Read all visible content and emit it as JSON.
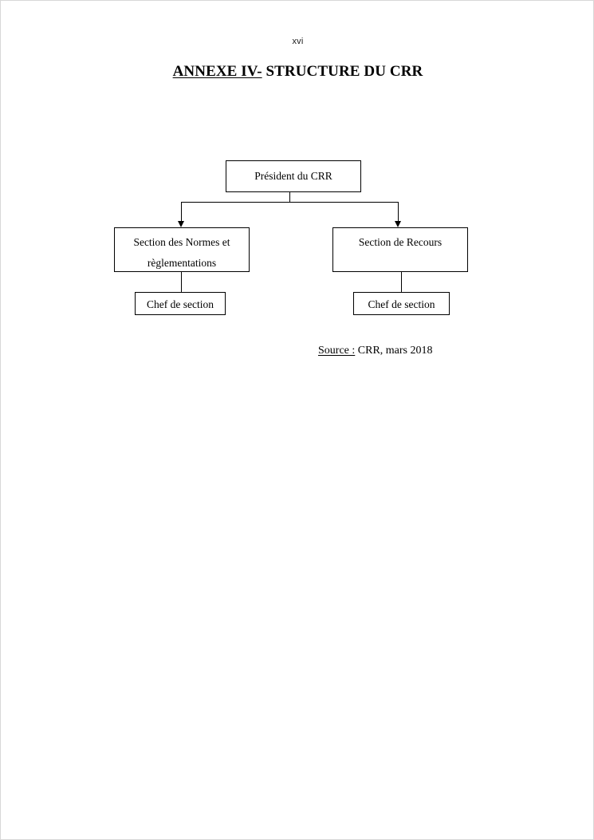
{
  "page": {
    "folio": "xvi",
    "title_underlined_part": "ANNEXE IV-",
    "title_rest": " STRUCTURE DU CRR"
  },
  "chart_data": {
    "type": "diagram",
    "title": "ANNEXE IV- STRUCTURE DU CRR",
    "diagram_kind": "organizational-chart",
    "orientation": "top-down",
    "levels": 3,
    "nodes": [
      {
        "id": "president",
        "label": "Président du CRR",
        "level": 1,
        "lines": [
          "Président du CRR"
        ]
      },
      {
        "id": "section-normes",
        "label": "Section des Normes et règlementations",
        "level": 2,
        "lines": [
          "Section des Normes et",
          "règlementations"
        ]
      },
      {
        "id": "section-recours",
        "label": "Section de Recours",
        "level": 2,
        "lines": [
          "Section de Recours"
        ]
      },
      {
        "id": "chef-left",
        "label": "Chef de section",
        "level": 3,
        "lines": [
          "Chef de section"
        ]
      },
      {
        "id": "chef-right",
        "label": "Chef de section",
        "level": 3,
        "lines": [
          "Chef de section"
        ]
      }
    ],
    "edges": [
      {
        "from": "president",
        "to": "section-normes",
        "style": "arrow"
      },
      {
        "from": "president",
        "to": "section-recours",
        "style": "arrow"
      },
      {
        "from": "section-normes",
        "to": "chef-left",
        "style": "line"
      },
      {
        "from": "section-recours",
        "to": "chef-right",
        "style": "line"
      }
    ],
    "colors": {
      "stroke": "#000000",
      "fill": "#ffffff",
      "text": "#000000"
    }
  },
  "source": {
    "label": "Source :",
    "value": " CRR, mars 2018"
  }
}
